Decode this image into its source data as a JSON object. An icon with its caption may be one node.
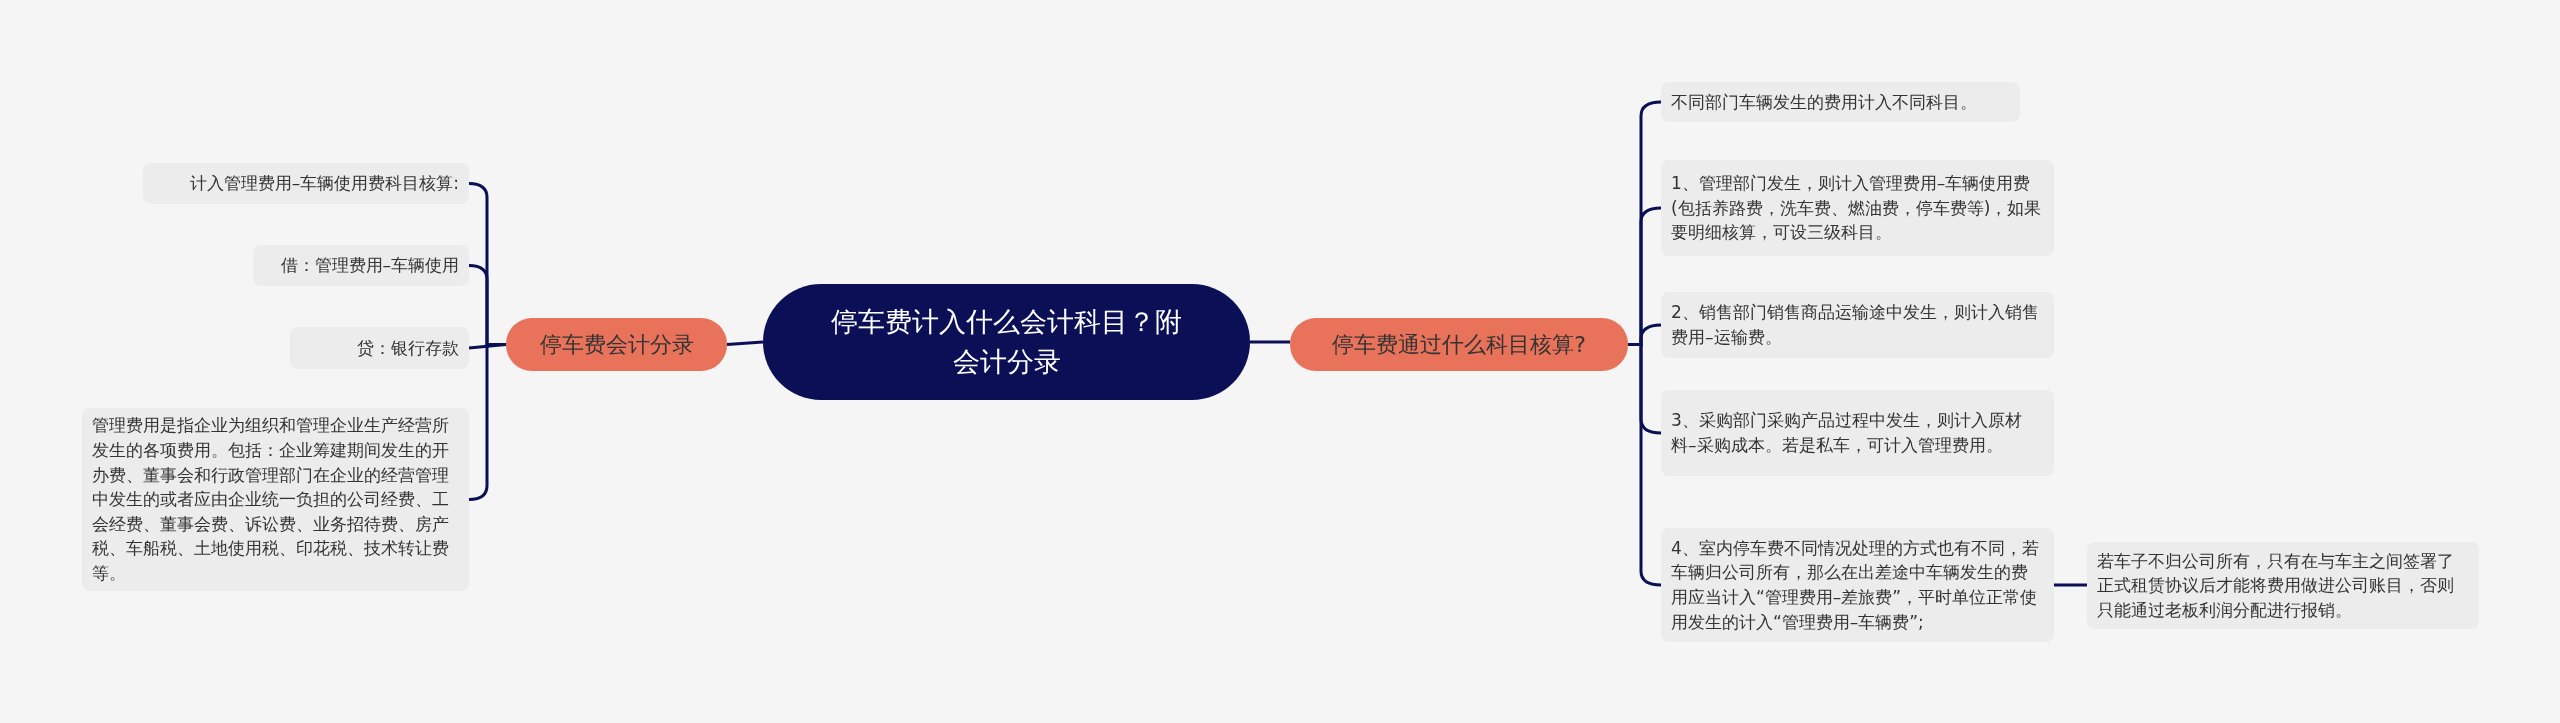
{
  "diagram": {
    "nodes": [
      {
        "text": [
          "停车费计入什么会计科目？附会计分录"
        ]
      },
      {
        "text": [
          "停车费会计分录"
        ]
      },
      {
        "text": [
          "计入管理费用–车辆使用费科目核算:"
        ]
      },
      {
        "text": [
          "借：管理费用–车辆使用"
        ]
      },
      {
        "text": [
          "贷：银行存款"
        ]
      },
      {
        "text": [
          "管理费用是指企业为组织和管理企业生产经营所发生的各项费用。包括：企业筹建期间发生的开办费、董事会和行政管理部门在企业的经营管理中发生的或者应由企业统一负担的公司经费、工会经费、董事会费、诉讼费、业务招待费、房产税、车船税、土地使用税、印花税、技术转让费等。"
        ]
      },
      {
        "text": [
          "停车费通过什么科目核算?"
        ]
      },
      {
        "text": [
          "不同部门车辆发生的费用计入不同科目。"
        ]
      },
      {
        "text": [
          "1、管理部门发生，则计入管理费用–车辆使用费(包括养路费，洗车费、燃油费，停车费等)，如果要明细核算，可设三级科目。"
        ]
      },
      {
        "text": [
          "2、销售部门销售商品运输途中发生，则计入销售费用–运输费。"
        ]
      },
      {
        "text": [
          "3、采购部门采购产品过程中发生，则计入原材料–采购成本。若是私车，可计入管理费用。"
        ]
      },
      {
        "text": [
          "4、室内停车费不同情况处理的方式也有不同，若车辆归公司所有，那么在出差途中车辆发生的费用应当计入“管理费用–差旅费”，平时单位正常使用发生的计入“管理费用–车辆费”;"
        ]
      },
      {
        "text": [
          "若车子不归公司所有，只有在与车主之间签署了正式租赁协议后才能将费用做进公司账目，否则只能通过老板利润分配进行报销。"
        ]
      }
    ],
    "edges": [
      {
        "from": 0,
        "to": 1,
        "arrow": "none"
      },
      {
        "from": 1,
        "to": 2,
        "arrow": "none"
      },
      {
        "from": 1,
        "to": 3,
        "arrow": "none"
      },
      {
        "from": 1,
        "to": 4,
        "arrow": "none"
      },
      {
        "from": 1,
        "to": 5,
        "arrow": "none"
      },
      {
        "from": 0,
        "to": 6,
        "arrow": "none"
      },
      {
        "from": 6,
        "to": 7,
        "arrow": "none"
      },
      {
        "from": 6,
        "to": 8,
        "arrow": "none"
      },
      {
        "from": 6,
        "to": 9,
        "arrow": "none"
      },
      {
        "from": 6,
        "to": 10,
        "arrow": "none"
      },
      {
        "from": 6,
        "to": 11,
        "arrow": "none"
      },
      {
        "from": 11,
        "to": 12,
        "arrow": "none"
      }
    ]
  }
}
